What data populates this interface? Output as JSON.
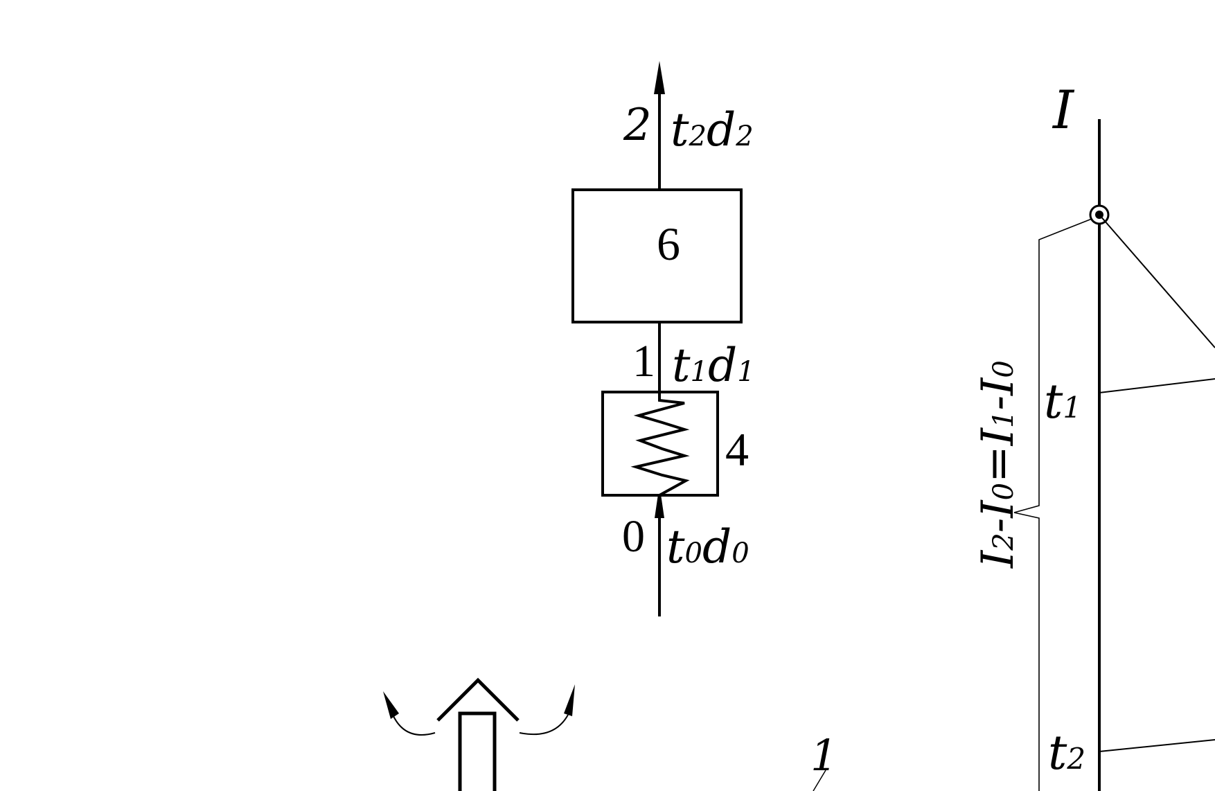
{
  "diagram": {
    "process": {
      "point2": {
        "num": "2",
        "state": "t",
        "t_sub": "2",
        "var": "d",
        "d_sub": "2"
      },
      "heater_box": {
        "label": "6"
      },
      "point1": {
        "num": "1",
        "state": "t",
        "t_sub": "1",
        "var": "d",
        "d_sub": "1"
      },
      "coil_box": {
        "label": "4"
      },
      "point0": {
        "num": "0",
        "state": "t",
        "t_sub": "0",
        "var": "d",
        "d_sub": "0"
      }
    },
    "chart": {
      "axis_label": "I",
      "t1_label": {
        "main": "t",
        "sub": "1"
      },
      "t2_label": {
        "main": "t",
        "sub": "2"
      },
      "brace_equation": {
        "p1": "I",
        "s1": "2",
        "p2": "-I",
        "s2": "0",
        "p3": "=I",
        "s3": "1",
        "p4": "-I",
        "s4": "0"
      }
    },
    "device": {
      "label": "1"
    }
  }
}
